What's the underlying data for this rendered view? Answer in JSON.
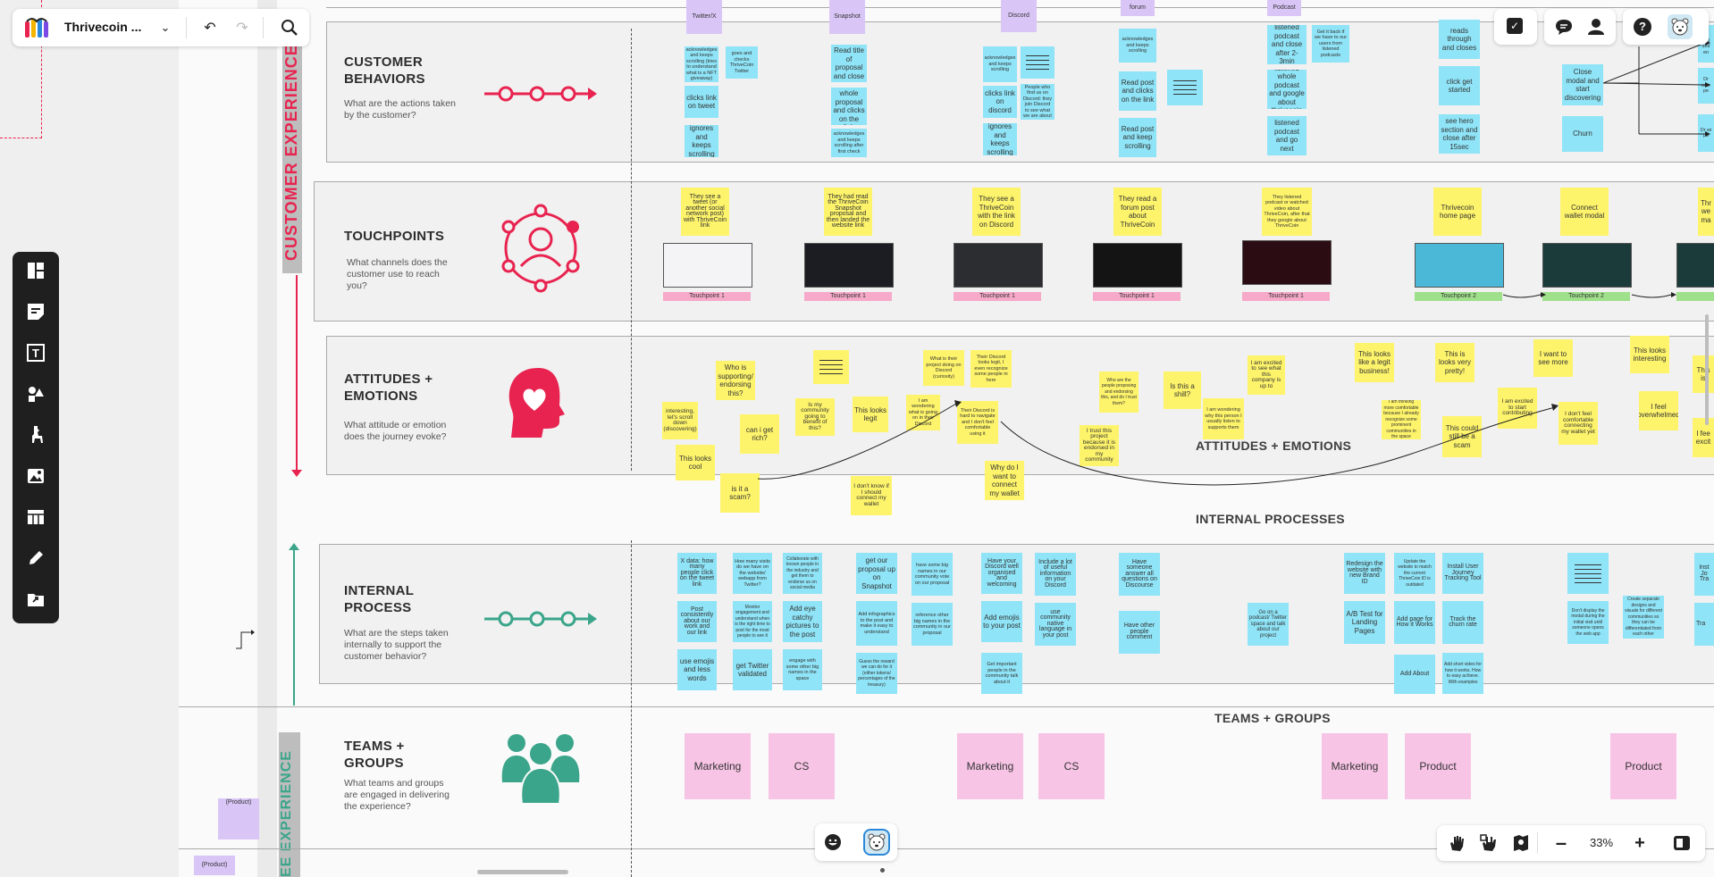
{
  "app": {
    "board_title": "Thrivecoin ...",
    "zoom": "33%"
  },
  "colors": {
    "brand_pink": "#e8234f",
    "brand_teal": "#3aa58a",
    "sticky_blue": "#8fe4f7",
    "sticky_yellow": "#fef46b",
    "sticky_pink": "#f8c4e6"
  },
  "icons": {
    "undo": "undo-icon",
    "redo": "redo-icon",
    "search": "search-icon",
    "tasks": "checkbox-icon",
    "comments": "comment-icon",
    "user": "user-icon",
    "help": "help-icon",
    "avatar": "bear-avatar-icon"
  },
  "vertical_labels": {
    "customer_experience": "CUSTOMER EXPERIENCE",
    "bottom": "EE EXPERIENCE"
  },
  "lanes": {
    "customer_behaviors": {
      "title": "CUSTOMER BEHAVIORS",
      "desc": "What are the actions taken by the customer?"
    },
    "touchpoints": {
      "title": "TOUCHPOINTS",
      "desc": "What channels does the customer use to reach you?"
    },
    "attitudes": {
      "title": "ATTITUDES + EMOTIONS",
      "desc": "What attitude or emotion does the journey evoke?"
    },
    "internal": {
      "title": "INTERNAL PROCESS",
      "desc": "What are the steps taken internally to support the customer behavior?"
    },
    "teams": {
      "title": "TEAMS + GROUPS",
      "desc": "What teams and groups are engaged in delivering the experience?"
    }
  },
  "section_captions": {
    "attitudes": "ATTITUDES + EMOTIONS",
    "internal": "INTERNAL PROCESSES",
    "teams": "TEAMS + GROUPS"
  },
  "top_labels": [
    "Twitter/X",
    "Snapshot",
    "Discord",
    "forum",
    "Podcast"
  ],
  "behaviors": [
    "acknowledges and keeps scrolling (tries to understand what is a NFT giveaway)",
    "goes and checks ThriveCoin Twitter",
    "clicks link on tweet",
    "ignores and keeps scrolling",
    "Read title of proposal and close",
    "Read whole proposal and clicks on the link",
    "acknowledges and keeps scrolling after first check",
    "acknowledges and keeps scrolling",
    "clicks link on discord",
    "ignores and keeps scrolling",
    "People who find us on Discord: they join Discord to see what we are about",
    "acknowledges and keeps scrolling",
    "Read post and clicks on the link",
    "Read post and keep scrolling",
    "listened podcast and close after 2-3min",
    "Get it back if we have to our users from listened podcasts",
    "listened whole podcast and google about thrivecoin",
    "listened podcast and go next",
    "reads through and closes",
    "click get started",
    "see hero section and close after 15sec",
    "Close modal and start discovering",
    "Churn"
  ],
  "touchpoints": {
    "notes": [
      "They see a tweet (or another social network post) with ThriveCoin link",
      "They had read the ThriveCoin Snapshot proposal and then landed the website link",
      "They see a ThriveCoin with the link on Discord",
      "They read a forum post about ThriveCoin",
      "They listened podcast or watched video about ThriveCoin, after that they google about ThriveCoin",
      "Thrivecoin home page",
      "Connect wallet modal"
    ],
    "labels": [
      "Touchpoint 1",
      "Touchpoint 1",
      "Touchpoint 1",
      "Touchpoint 1",
      "Touchpoint 1",
      "Touchpoint 2",
      "Touchpoint 2"
    ]
  },
  "attitudes": [
    "interesting, let's scroll down (discovering)",
    "Who is supporting/ endorsing this?",
    "can i get rich?",
    "This looks cool",
    "is it a scam?",
    "Is my community going to benefit of this?",
    "This looks legit",
    "I don't know if I should connect my wallet",
    "What is their project doing on Discord (curiosity)",
    "I am wondering what is going on in their Discord",
    "Their Discord looks legit, I even recognize some people in here",
    "Their Discord is hard to navigate and I don't feel comfortable using it",
    "Why do I want to connect my wallet",
    "Who are the people proposing and endorsing this, and do I trust them?",
    "I trust this project because it is endorsed in my community",
    "Is this a shill?",
    "I am excited to see what this company is up to",
    "I am wondering why this person I usually listen to supports them",
    "This looks like a legit business!",
    "I am thinking more comfortable because I already recognize some prominent communities in the space",
    "This is looks very pretty!",
    "This could still be a scam",
    "I am excited to start contributing",
    "I want to see more",
    "I don't feel comfortable connecting my wallet yet",
    "This looks interesting",
    "I feel overwhelmed"
  ],
  "internal": [
    "X data: how many people click on the tweet link",
    "Post consistently about our work and our link",
    "use emojis and less words",
    "How many visits do we have on the website/ webapp from Twitter?",
    "Monitor engagement and understand when is the right time to post for the most people to see it",
    "get Twitter validated",
    "Collaborate with known people in the industry and get them to endorse us on social media",
    "Add eye catchy pictures to the post",
    "engage with some other big names in the space",
    "get our proposal up on Snapshot",
    "Add infographics to the post and make it easy to understand",
    "Guess the reward we can do for it (either tokens/ percentages of the treasury)",
    "have some big names in our community vote on our proposal",
    "reference other big names in the community in our proposal",
    "Have your Discord well organised and welcoming",
    "Add emojis to your post",
    "Get important people in the community talk about it",
    "Include a lot of useful information on your Discord",
    "use community native language in your post",
    "Have someone answer all questions on Discourse",
    "Have other people comment",
    "Go on a podcast/ Twitter space and talk about our project",
    "Redesign the website with new Brand ID",
    "A/B Test for Landing Pages",
    "Update the website to match the current ThriveCoin ID is outdated",
    "Add page for How it Works",
    "Add About",
    "Install User Journey Tracking Tool",
    "Track the churn rate",
    "Add short video for how it works. How to easy achieve. With examples",
    "Don't display the modal during the initial visit until someone opens the web app",
    "Create separate designs and visuals for different communities so they can be differentiated from each other"
  ],
  "teams": [
    "Marketing",
    "CS",
    "Marketing",
    "CS",
    "Marketing",
    "Product",
    "Product"
  ],
  "side_tags": [
    "(Product)",
    "(Product)"
  ],
  "cropped_right": {
    "behaviors": [
      "Se wel sed en",
      "Dr whe pe",
      "Dr wi po"
    ],
    "touchpoints": [
      "Thr we ma"
    ],
    "attitudes": [
      "This is",
      "I fee excit"
    ],
    "internal": [
      "Inst Jo Tra",
      "Tra"
    ]
  }
}
